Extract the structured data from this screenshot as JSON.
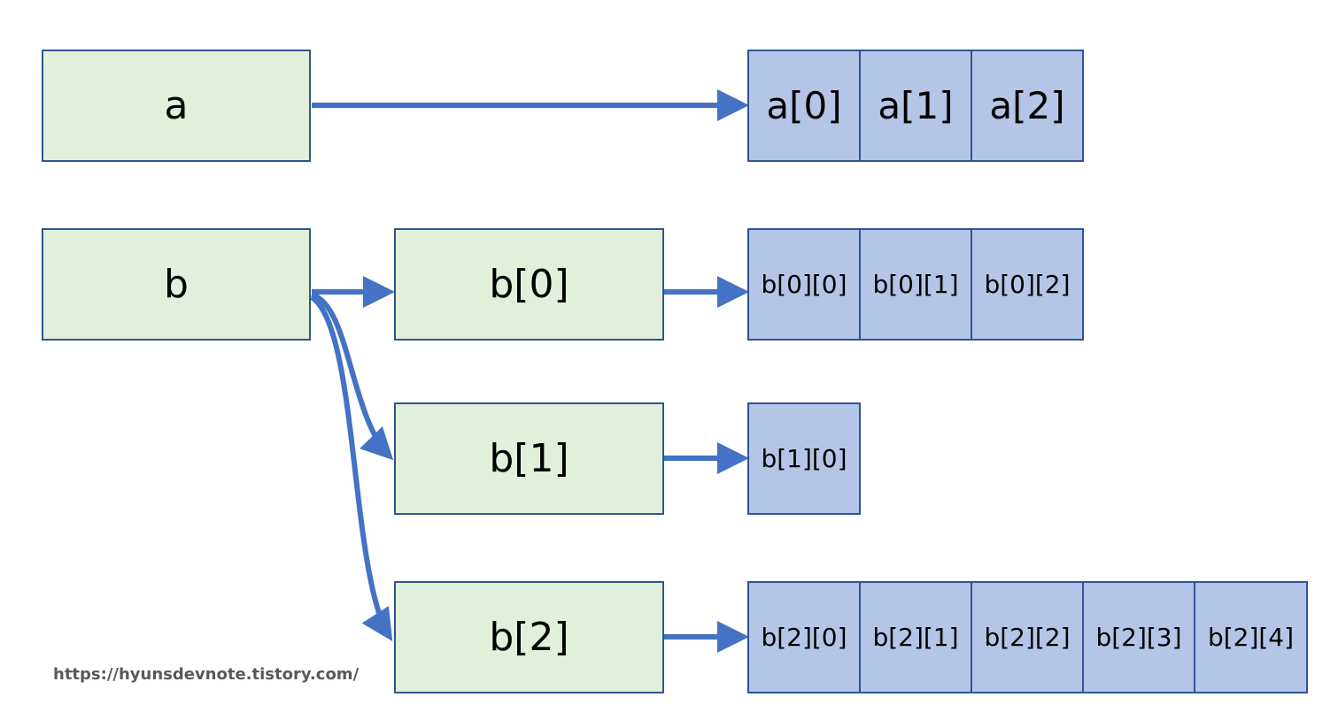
{
  "variables": {
    "a": "a",
    "b": "b"
  },
  "b_rows": [
    "b[0]",
    "b[1]",
    "b[2]"
  ],
  "a_cells": [
    "a[0]",
    "a[1]",
    "a[2]"
  ],
  "b0_cells": [
    "b[0][0]",
    "b[0][1]",
    "b[0][2]"
  ],
  "b1_cells": [
    "b[1][0]"
  ],
  "b2_cells": [
    "b[2][0]",
    "b[2][1]",
    "b[2][2]",
    "b[2][3]",
    "b[2][4]"
  ],
  "watermark": "https://hyunsdevnote.tistory.com/",
  "colors": {
    "variable_fill": "#e2efd9",
    "cell_fill": "#b4c6e7",
    "border": "#2f5496",
    "arrow": "#4472c4"
  }
}
